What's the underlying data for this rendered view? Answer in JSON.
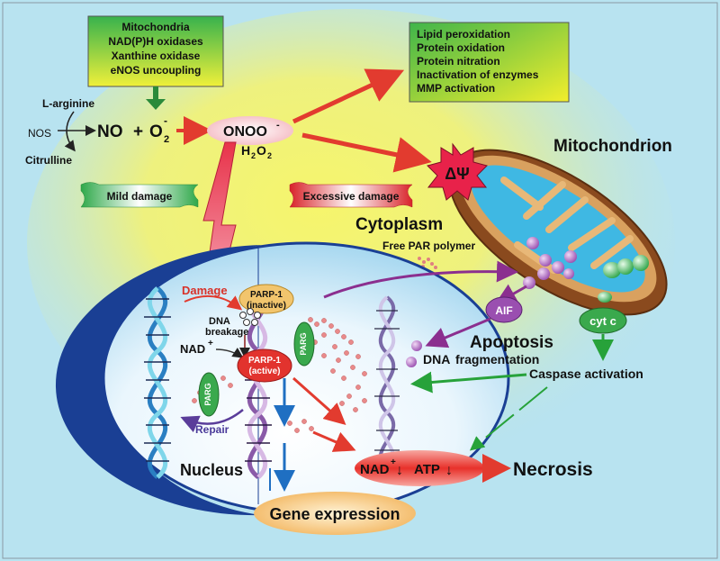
{
  "sources": {
    "lines": [
      "Mitochondria",
      "NAD(P)H oxidases",
      "Xanthine oxidase",
      "eNOS uncoupling"
    ]
  },
  "effects": {
    "lines": [
      "Lipid peroxidation",
      "Protein oxidation",
      "Protein nitration",
      "Inactivation of enzymes",
      "MMP activation"
    ]
  },
  "reaction": {
    "l_arginine": "L-arginine",
    "nos": "NOS",
    "no": "NO",
    "plus": "+",
    "o2": "O",
    "o2_sub": "2",
    "o2_sup": "-",
    "citrulline": "Citrulline",
    "onoo": "ONOO",
    "onoo_sup": "-",
    "h2o2_h": "H",
    "h2o2_sub1": "2",
    "h2o2_o": "O",
    "h2o2_sub2": "2"
  },
  "damage": {
    "mild": "Mild damage",
    "excessive": "Excessive damage"
  },
  "mito": {
    "title": "Mitochondrion",
    "psi": "ΔΨ",
    "cyt_c": "cyt c"
  },
  "cell": {
    "cytoplasm": "Cytoplasm",
    "free_par": "Free PAR polymer",
    "nucleus": "Nucleus"
  },
  "nucleus": {
    "damage": "Damage",
    "dna_breakage_1": "DNA",
    "dna_breakage_2": "breakage",
    "nad": "NAD",
    "nad_sup": "+",
    "parp_inactive_1": "PARP-1",
    "parp_inactive_2": "(inactive)",
    "parp_active_1": "PARP-1",
    "parp_active_2": "(active)",
    "parg": "PARG",
    "repair": "Repair"
  },
  "apoptosis": {
    "aif": "AIF",
    "apoptosis": "Apoptosis",
    "dna_frag_1": "DNA",
    "dna_frag_2": "fragmentation",
    "caspase": "Caspase activation"
  },
  "outcome": {
    "nad": "NAD",
    "nad_sup": "+",
    "down1": "↓",
    "atp": "ATP",
    "down2": "↓",
    "necrosis": "Necrosis",
    "gene_expression": "Gene expression"
  },
  "colors": {
    "background": "#b8e3f0",
    "glow_center": "#f3f27a",
    "nucleus_dark": "#1a3f94",
    "arrow_red": "#e23b2f",
    "arrow_green": "#27a23a",
    "arrow_purple": "#8b2f8f",
    "arrow_blue": "#1f6fc2"
  }
}
